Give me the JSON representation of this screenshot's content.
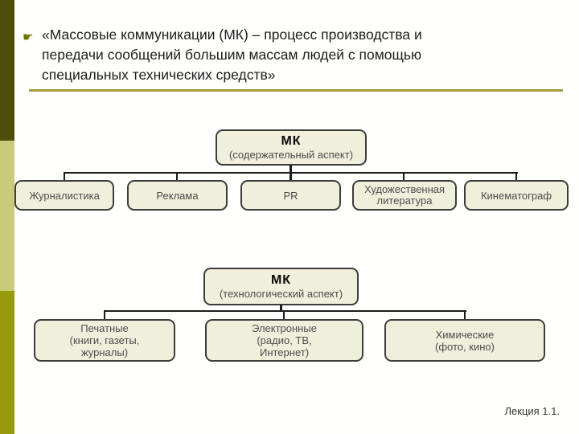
{
  "slide": {
    "bullet_glyph": "☛",
    "bullet_icon": "pointing-hand",
    "title_lines": [
      "«Массовые коммуникации (МК) – процесс производства и",
      "передачи сообщений большим массам людей с помощью",
      "специальных технических средств»"
    ],
    "footer": "Лекция 1.1."
  },
  "diagram_content": {
    "root": {
      "title": "МК",
      "subtitle": "(содержательный аспект)"
    },
    "children": [
      {
        "lines": [
          "Журналистика"
        ]
      },
      {
        "lines": [
          "Реклама"
        ]
      },
      {
        "lines": [
          "PR"
        ]
      },
      {
        "lines": [
          "Художественная",
          "литература"
        ]
      },
      {
        "lines": [
          "Кинематограф"
        ]
      }
    ]
  },
  "diagram_tech": {
    "root": {
      "title": "МК",
      "subtitle": "(технологический аспект)"
    },
    "children": [
      {
        "lines": [
          "Печатные",
          "(книги, газеты,",
          "журналы)"
        ]
      },
      {
        "lines": [
          "Электронные",
          "(радио, ТВ,",
          "Интернет)"
        ]
      },
      {
        "lines": [
          "Химические",
          "(фото, кино)"
        ]
      }
    ]
  },
  "colors": {
    "accent_bar_dark": "#4e4e08",
    "accent_bar_light": "#c7cb7a",
    "accent_bar_olive": "#98990b",
    "title_underline": "#a59f3b",
    "node_fill": "#f0efdb",
    "node_border": "#3c3c3c",
    "connector": "#1b1b1b"
  }
}
